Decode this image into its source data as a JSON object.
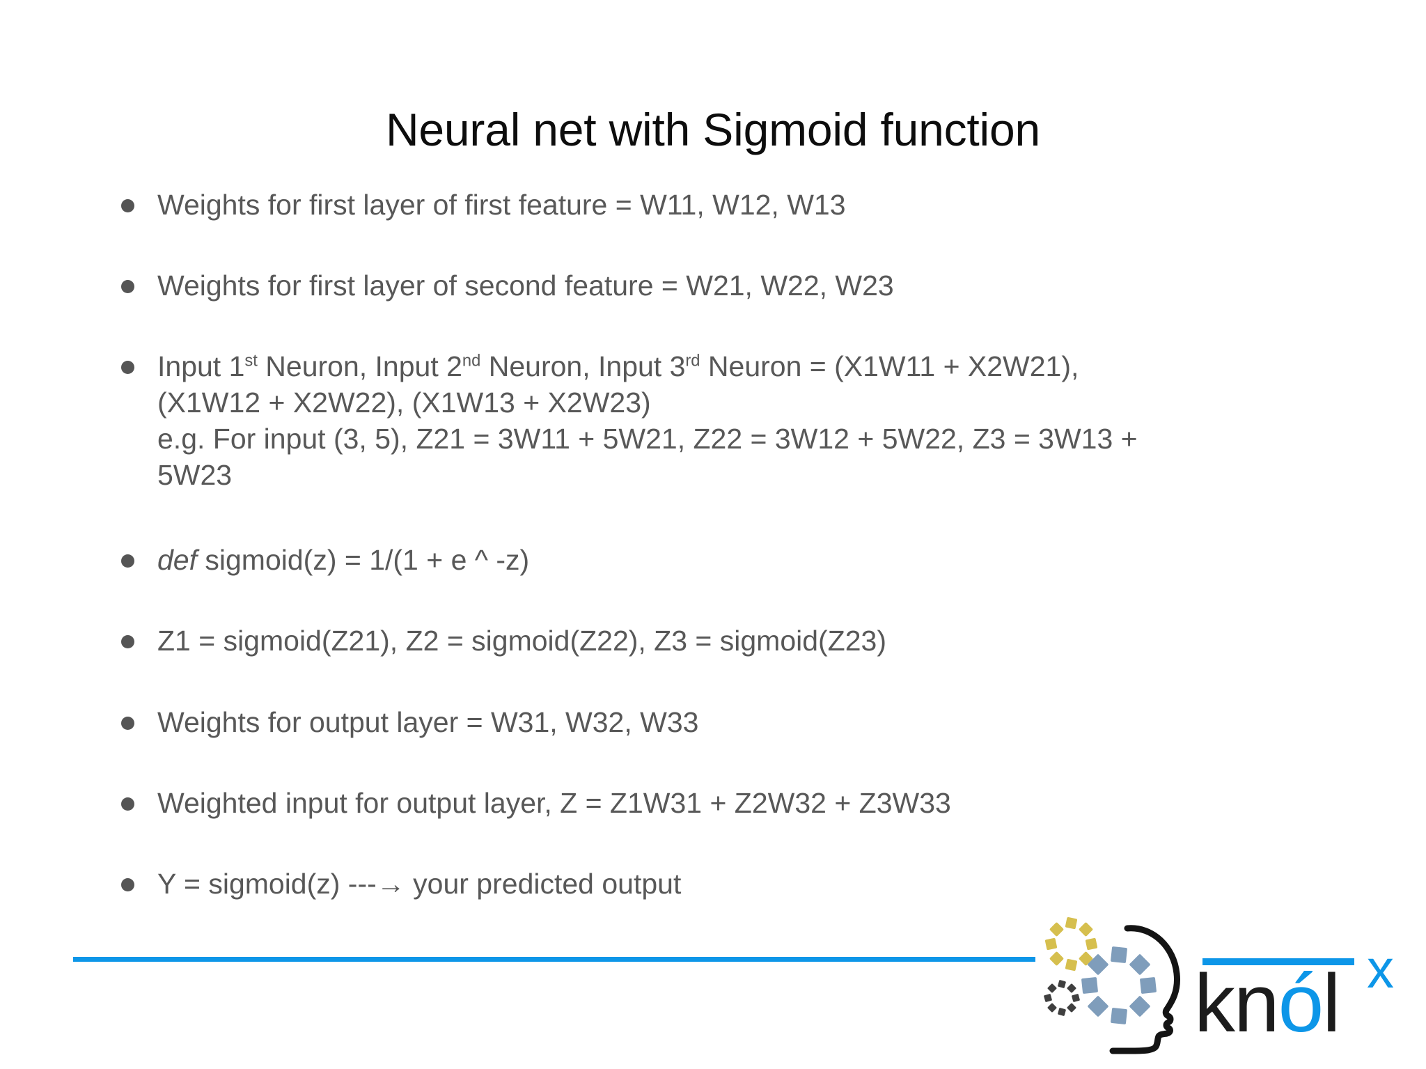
{
  "slide": {
    "title": "Neural net with Sigmoid function",
    "bullets": [
      {
        "id": "weights-first-layer-first-feature",
        "lines": [
          {
            "segments": [
              {
                "text": "Weights for first layer of first feature = W11, W12, W13",
                "style": "normal"
              }
            ]
          }
        ]
      },
      {
        "id": "weights-first-layer-second-feature",
        "lines": [
          {
            "segments": [
              {
                "text": "Weights for first layer of second feature = W21, W22, W23",
                "style": "normal"
              }
            ]
          }
        ]
      },
      {
        "id": "input-neurons-formula",
        "lines": [
          {
            "segments": [
              {
                "text": " Input 1",
                "style": "normal"
              },
              {
                "text": "st",
                "style": "sup"
              },
              {
                "text": " Neuron, Input 2",
                "style": "normal"
              },
              {
                "text": "nd",
                "style": "sup"
              },
              {
                "text": " Neuron, Input 3",
                "style": "normal"
              },
              {
                "text": "rd",
                "style": "sup"
              },
              {
                "text": " Neuron = (X1W11 + X2W21),",
                "style": "normal"
              }
            ]
          },
          {
            "segments": [
              {
                "text": "(X1W12 + X2W22), (X1W13 + X2W23)",
                "style": "normal"
              }
            ]
          },
          {
            "segments": [
              {
                "text": "e.g. For input (3, 5), Z21 = 3W11 + 5W21, Z22 = 3W12 + 5W22, Z3 = 3W13 +",
                "style": "italic"
              }
            ]
          },
          {
            "segments": [
              {
                "text": "5W23",
                "style": "italic"
              }
            ]
          }
        ]
      },
      {
        "id": "sigmoid-definition",
        "lines": [
          {
            "segments": [
              {
                "text": "def",
                "style": "italic"
              },
              {
                "text": " sigmoid(z) = 1/(1 + e ^ -z)",
                "style": "normal"
              }
            ]
          }
        ]
      },
      {
        "id": "hidden-activations",
        "lines": [
          {
            "segments": [
              {
                "text": "Z1 = sigmoid(Z21), Z2 = sigmoid(Z22), Z3 = sigmoid(Z23)",
                "style": "normal"
              }
            ]
          }
        ]
      },
      {
        "id": "weights-output-layer",
        "lines": [
          {
            "segments": [
              {
                "text": " Weights for output layer = W31, W32, W33",
                "style": "normal"
              }
            ]
          }
        ]
      },
      {
        "id": "weighted-input-output-layer",
        "lines": [
          {
            "segments": [
              {
                "text": "Weighted input for output layer, Z = Z1W31 + Z2W32 + Z3W33",
                "style": "normal"
              }
            ]
          }
        ]
      },
      {
        "id": "predicted-output",
        "lines": [
          {
            "segments": [
              {
                "text": "Y = sigmoid(z)  ---→ your predicted output",
                "style": "normal"
              }
            ]
          }
        ]
      }
    ]
  },
  "footer": {
    "rule_color": "#0d96e8",
    "logo": {
      "word_primary": "kn",
      "word_accent": "ó",
      "word_suffix": "l",
      "superscript": "x",
      "icon_names": [
        "head-profile-icon",
        "gear-cluster-gold-icon",
        "gear-cluster-gray-icon",
        "gear-cluster-blue-icon"
      ],
      "colors": {
        "accent": "#0d96e8",
        "word": "#1c1c1c",
        "gear_gold": "#d6bf4e",
        "gear_gray": "#4a4a4a",
        "gear_blue": "#7f9dbb"
      }
    }
  },
  "theme": {
    "background": "#ffffff",
    "title_color": "#0d0d0d",
    "body_color": "#585858",
    "bullet_color": "#555555"
  }
}
